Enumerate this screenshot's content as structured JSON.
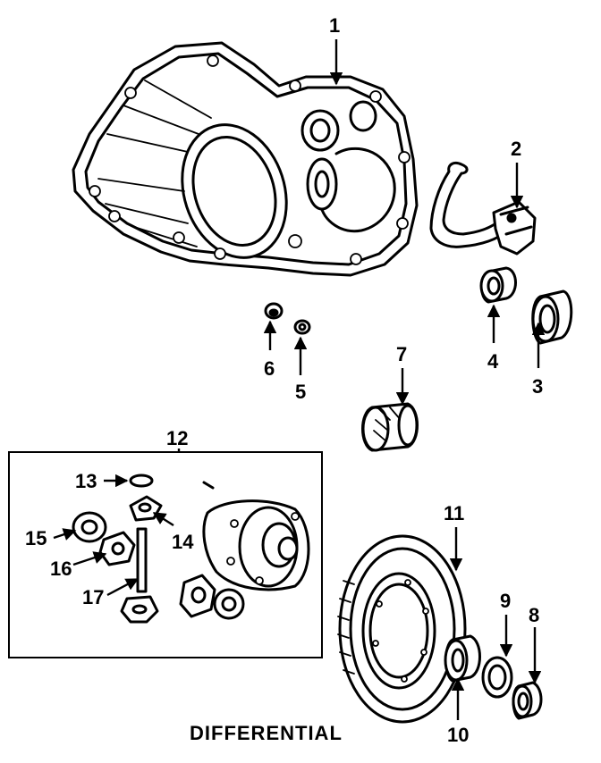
{
  "title": "DIFFERENTIAL",
  "callouts": {
    "c1": "1",
    "c2": "2",
    "c3": "3",
    "c4": "4",
    "c5": "5",
    "c6": "6",
    "c7": "7",
    "c8": "8",
    "c9": "9",
    "c10": "10",
    "c11": "11",
    "c12": "12",
    "c13": "13",
    "c14": "14",
    "c15": "15",
    "c16": "16",
    "c17": "17"
  },
  "colors": {
    "line": "#000000",
    "background": "#ffffff"
  }
}
